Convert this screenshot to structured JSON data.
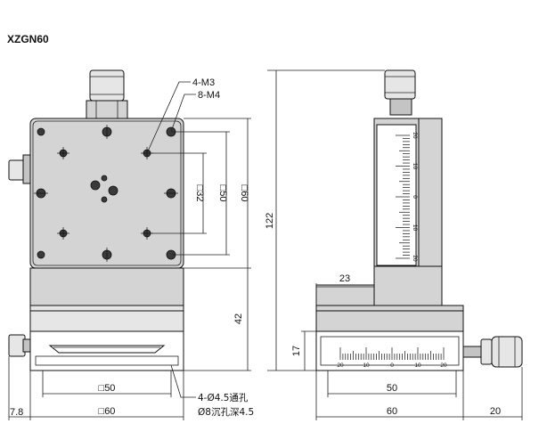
{
  "title": "XZGN60",
  "callouts": {
    "threaded_holes_a": "4-M3",
    "threaded_holes_b": "8-M4",
    "through_holes_line1": "4-Ø4.5通孔",
    "through_holes_line2": "Ø8沉孔深4.5"
  },
  "front_view": {
    "dim_inner_square": "□32",
    "dim_mid_square": "□50",
    "dim_outer_square": "□60",
    "dim_height": "42",
    "dim_bottom_holes": "□50",
    "dim_bottom_width": "□60",
    "dim_offset": "7.8"
  },
  "side_view": {
    "dim_total_height": "122",
    "dim_bracket_offset": "23",
    "dim_base_height": "17",
    "dim_width_inner": "50",
    "dim_width_total": "60",
    "dim_knob_length": "20"
  },
  "vertical_scale_labels": [
    "20",
    "10",
    "0",
    "10",
    "20"
  ],
  "horizontal_scale_labels": [
    "20",
    "10",
    "0",
    "10",
    "20"
  ]
}
